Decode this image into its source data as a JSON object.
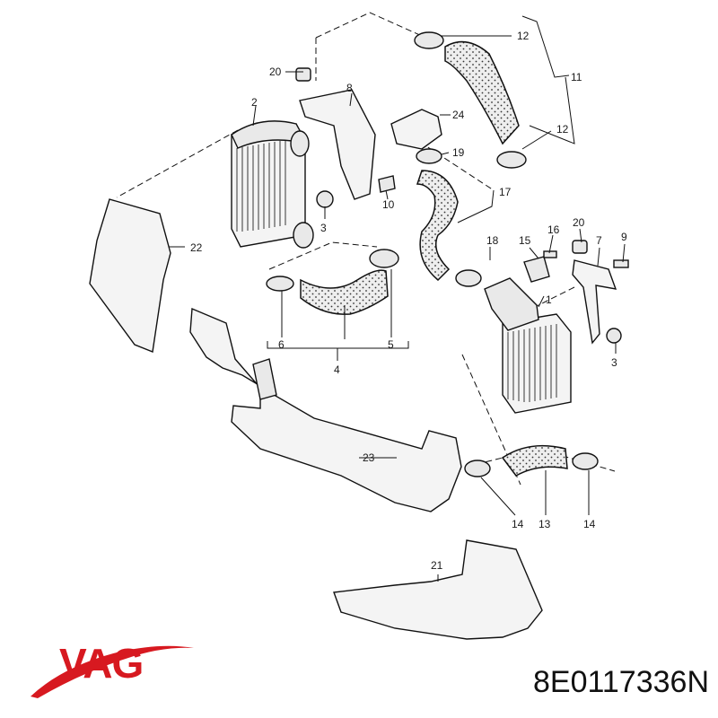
{
  "brand": {
    "name": "VAG",
    "color": "#d71920"
  },
  "part_number": "8E0117336N",
  "callouts": {
    "c1": "1",
    "c2": "2",
    "c3a": "3",
    "c3b": "3",
    "c4": "4",
    "c5": "5",
    "c6": "6",
    "c7": "7",
    "c8": "8",
    "c9": "9",
    "c10": "10",
    "c11": "11",
    "c12a": "12",
    "c12b": "12",
    "c13": "13",
    "c14a": "14",
    "c14b": "14",
    "c15": "15",
    "c16": "16",
    "c17": "17",
    "c18": "18",
    "c19": "19",
    "c20a": "20",
    "c20b": "20",
    "c21": "21",
    "c22": "22",
    "c23": "23",
    "c24": "24"
  }
}
